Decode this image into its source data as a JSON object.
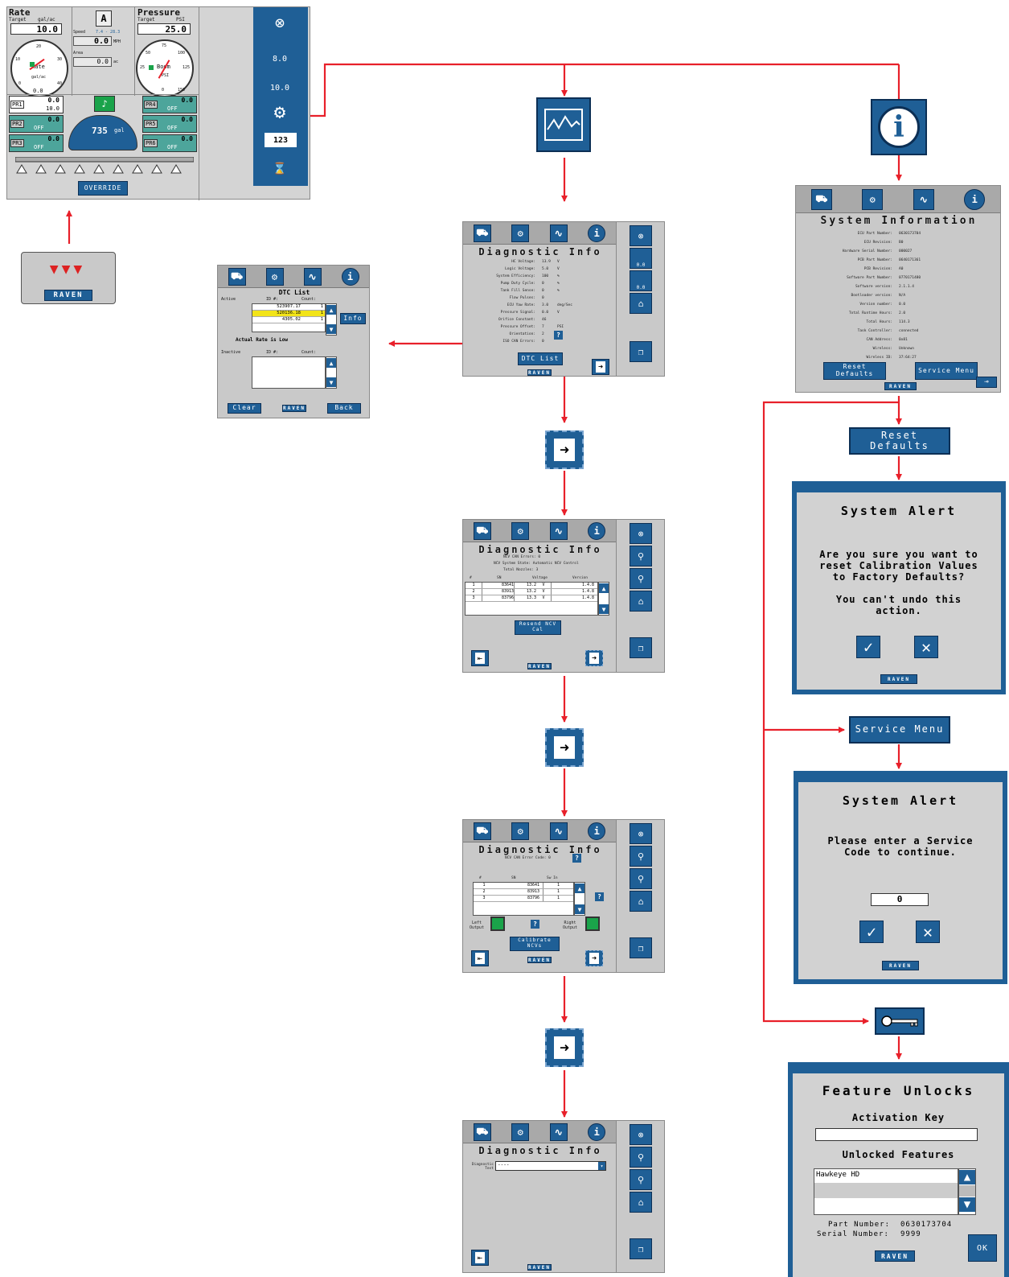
{
  "main_screen": {
    "rate_title": "Rate",
    "rate_target_label": "Target",
    "rate_unit": "gal/ac",
    "rate_target": "10.0",
    "rate_gauge_label": "Rate",
    "rate_gauge_unit": "gal/ac",
    "rate_gauge_value": "0.0",
    "rate_ticks": [
      "10",
      "20",
      "30",
      "0",
      "40"
    ],
    "speed_label": "Speed",
    "speed_range": "7.4 - 28.3",
    "speed_value": "0.0",
    "speed_unit": "MPH",
    "area_label": "Area",
    "area_value": "0.0",
    "area_unit": "ac",
    "pressure_title": "Pressure",
    "pressure_target_label": "Target",
    "pressure_unit": "PSI",
    "pressure_target": "25.0",
    "boom_label": "Boom",
    "boom_unit": "PSI",
    "pressure_ticks": [
      "75",
      "50",
      "100",
      "25",
      "125",
      "0",
      "150"
    ],
    "tank_value": "735",
    "tank_unit": "gal",
    "override_label": "OVERRIDE",
    "pr_rows": [
      {
        "id": "PR1",
        "value": "0.0",
        "sub": "10.0"
      },
      {
        "id": "PR2",
        "value": "0.0",
        "sub": "OFF"
      },
      {
        "id": "PR3",
        "value": "0.0",
        "sub": "OFF"
      },
      {
        "id": "PR4",
        "value": "0.0",
        "sub": "OFF"
      },
      {
        "id": "PR5",
        "value": "0.0",
        "sub": "OFF"
      },
      {
        "id": "PR6",
        "value": "0.0",
        "sub": "OFF"
      }
    ],
    "side_values": [
      "8.0",
      "10.0"
    ],
    "counter_label": "123"
  },
  "raven_logo_text": "RAVEN",
  "diag1": {
    "title": "Diagnostic Info",
    "rows": [
      {
        "label": "HC Voltage:",
        "value": "13.9",
        "unit": "V"
      },
      {
        "label": "Logic Voltage:",
        "value": "5.0",
        "unit": "V"
      },
      {
        "label": "System Efficiency:",
        "value": "100",
        "unit": "%"
      },
      {
        "label": "Pump Duty Cycle:",
        "value": "0",
        "unit": "%"
      },
      {
        "label": "Tank Fill Sense:",
        "value": "0",
        "unit": "%"
      },
      {
        "label": "Flow Pulses:",
        "value": "0",
        "unit": ""
      },
      {
        "label": "ECU Yaw Rate:",
        "value": "3.0",
        "unit": "deg/Sec"
      },
      {
        "label": "Pressure Signal:",
        "value": "0.0",
        "unit": "V"
      },
      {
        "label": "Orifice Constant:",
        "value": "46",
        "unit": ""
      },
      {
        "label": "Pressure Offset:",
        "value": "7",
        "unit": "PSI"
      },
      {
        "label": "Orientation:",
        "value": "2",
        "unit": ""
      },
      {
        "label": "ISO CAN Errors:",
        "value": "0",
        "unit": ""
      }
    ],
    "dtc_button": "DTC List",
    "side_values": [
      "0.0",
      "0.0"
    ]
  },
  "dtc": {
    "title": "DTC List",
    "active_label": "Active",
    "id_header": "ID #:",
    "count_header": "Count:",
    "active_rows": [
      {
        "id": "523907.17",
        "count": "1"
      },
      {
        "id": "520136.18",
        "count": "1"
      },
      {
        "id": "4305.02",
        "count": "1"
      }
    ],
    "info_button": "Info",
    "message": "Actual Rate is Low",
    "inactive_label": "Inactive",
    "clear_button": "Clear",
    "back_button": "Back"
  },
  "diag2": {
    "title": "Diagnostic Info",
    "lines": [
      "NCV CAN Errors: 0",
      "NCV System State: Automatic NCV Control",
      "Total Nozzles: 3"
    ],
    "headers": [
      "#",
      "SN",
      "Voltage",
      "Version"
    ],
    "rows": [
      {
        "n": "1",
        "sn": "83641",
        "voltage": "13.2",
        "unit": "V",
        "version": "1.4.8"
      },
      {
        "n": "2",
        "sn": "83913",
        "voltage": "13.2",
        "unit": "V",
        "version": "1.4.8"
      },
      {
        "n": "3",
        "sn": "83796",
        "voltage": "13.3",
        "unit": "V",
        "version": "1.4.8"
      }
    ],
    "resend_button": "Resend NCV Cal"
  },
  "diag3": {
    "title": "Diagnostic Info",
    "error_line": "NCV CAN Error Code: 0",
    "headers": [
      "#",
      "SN",
      "Sw In"
    ],
    "rows": [
      {
        "n": "1",
        "sn": "83641",
        "sw": "1"
      },
      {
        "n": "2",
        "sn": "83913",
        "sw": "1"
      },
      {
        "n": "3",
        "sn": "83796",
        "sw": "1"
      }
    ],
    "left_output": "Left Output",
    "right_output": "Right Output",
    "calibrate_button": "Calibrate NCVs"
  },
  "diag4": {
    "title": "Diagnostic Info",
    "test_label": "Diagnostic Test",
    "test_value": "----"
  },
  "sysinfo": {
    "title": "System Information",
    "rows": [
      {
        "label": "ECU Part Number:",
        "value": "0630173704"
      },
      {
        "label": "ECU Revision:",
        "value": "B0"
      },
      {
        "label": "Hardware Serial Number:",
        "value": "000027"
      },
      {
        "label": "PCB Part Number:",
        "value": "0640171361"
      },
      {
        "label": "PCB Revision:",
        "value": "A0"
      },
      {
        "label": "Software Part Number:",
        "value": "0770171480"
      },
      {
        "label": "Software version:",
        "value": "2.1.1.4"
      },
      {
        "label": "Bootloader version:",
        "value": "N/A"
      },
      {
        "label": "Version number:",
        "value": "0.0"
      },
      {
        "label": "Total Runtime Hours:",
        "value": "2.0"
      },
      {
        "label": "Total Hours:",
        "value": "114.3"
      },
      {
        "label": "Task Controller:",
        "value": "connected"
      },
      {
        "label": "CAN Address:",
        "value": "0x81"
      },
      {
        "label": "Wireless:",
        "value": "Unknown"
      },
      {
        "label": "Wireless ID:",
        "value": "37:64:27"
      }
    ],
    "reset_button": "Reset Defaults",
    "service_button": "Service Menu"
  },
  "flow_reset_label": "Reset Defaults",
  "flow_service_label": "Service Menu",
  "alert1": {
    "title": "System Alert",
    "message_line1": "Are you sure you want to",
    "message_line2": "reset Calibration Values",
    "message_line3": "to Factory Defaults?",
    "message_line4": "You can't undo this",
    "message_line5": "action."
  },
  "alert2": {
    "title": "System Alert",
    "message_line1": "Please enter a Service",
    "message_line2": "Code to continue.",
    "code_value": "0"
  },
  "unlock": {
    "title": "Feature Unlocks",
    "activation_label": "Activation Key",
    "activation_value": "",
    "unlocked_label": "Unlocked Features",
    "features": [
      "Hawkeye HD"
    ],
    "part_number_label": "Part Number:",
    "part_number": "0630173704",
    "serial_label": "Serial Number:",
    "serial": "9999",
    "ok_button": "OK"
  },
  "colors": {
    "accent_blue": "#1f5f96",
    "arrow_red": "#e8202a",
    "panel_gray": "#c9c9c9",
    "pr_teal": "#4da59b"
  }
}
